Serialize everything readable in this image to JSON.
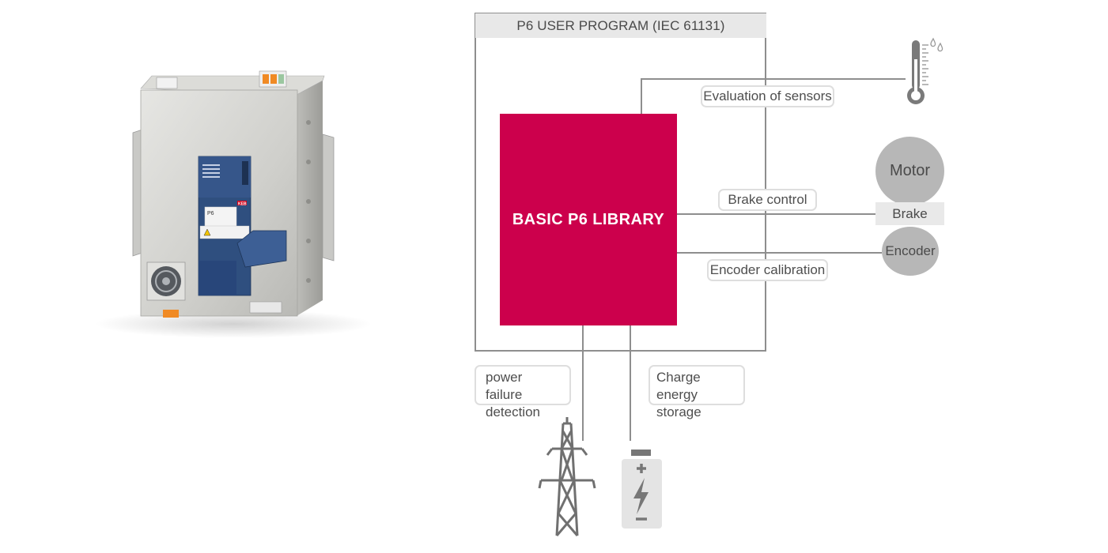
{
  "program_title": "P6 USER PROGRAM (IEC 61131)",
  "library_label": "BASIC P6 LIBRARY",
  "functions": {
    "sensors": "Evaluation of sensors",
    "brake": "Brake control",
    "encoder": "Encoder calibration",
    "power_failure_line1": "power failure",
    "power_failure_line2": "detection",
    "charge_line1": "Charge energy",
    "charge_line2": "storage"
  },
  "peripherals": {
    "motor": "Motor",
    "brake": "Brake",
    "encoder": "Encoder"
  },
  "device": {
    "model_label": "P6",
    "brand_label": "KEB"
  },
  "colors": {
    "library_fill": "#cc004c",
    "lines": "#8e8e8e",
    "device_panel": "#2f4f7f"
  },
  "icons": [
    "thermometer-icon",
    "power-pylon-icon",
    "battery-icon"
  ]
}
